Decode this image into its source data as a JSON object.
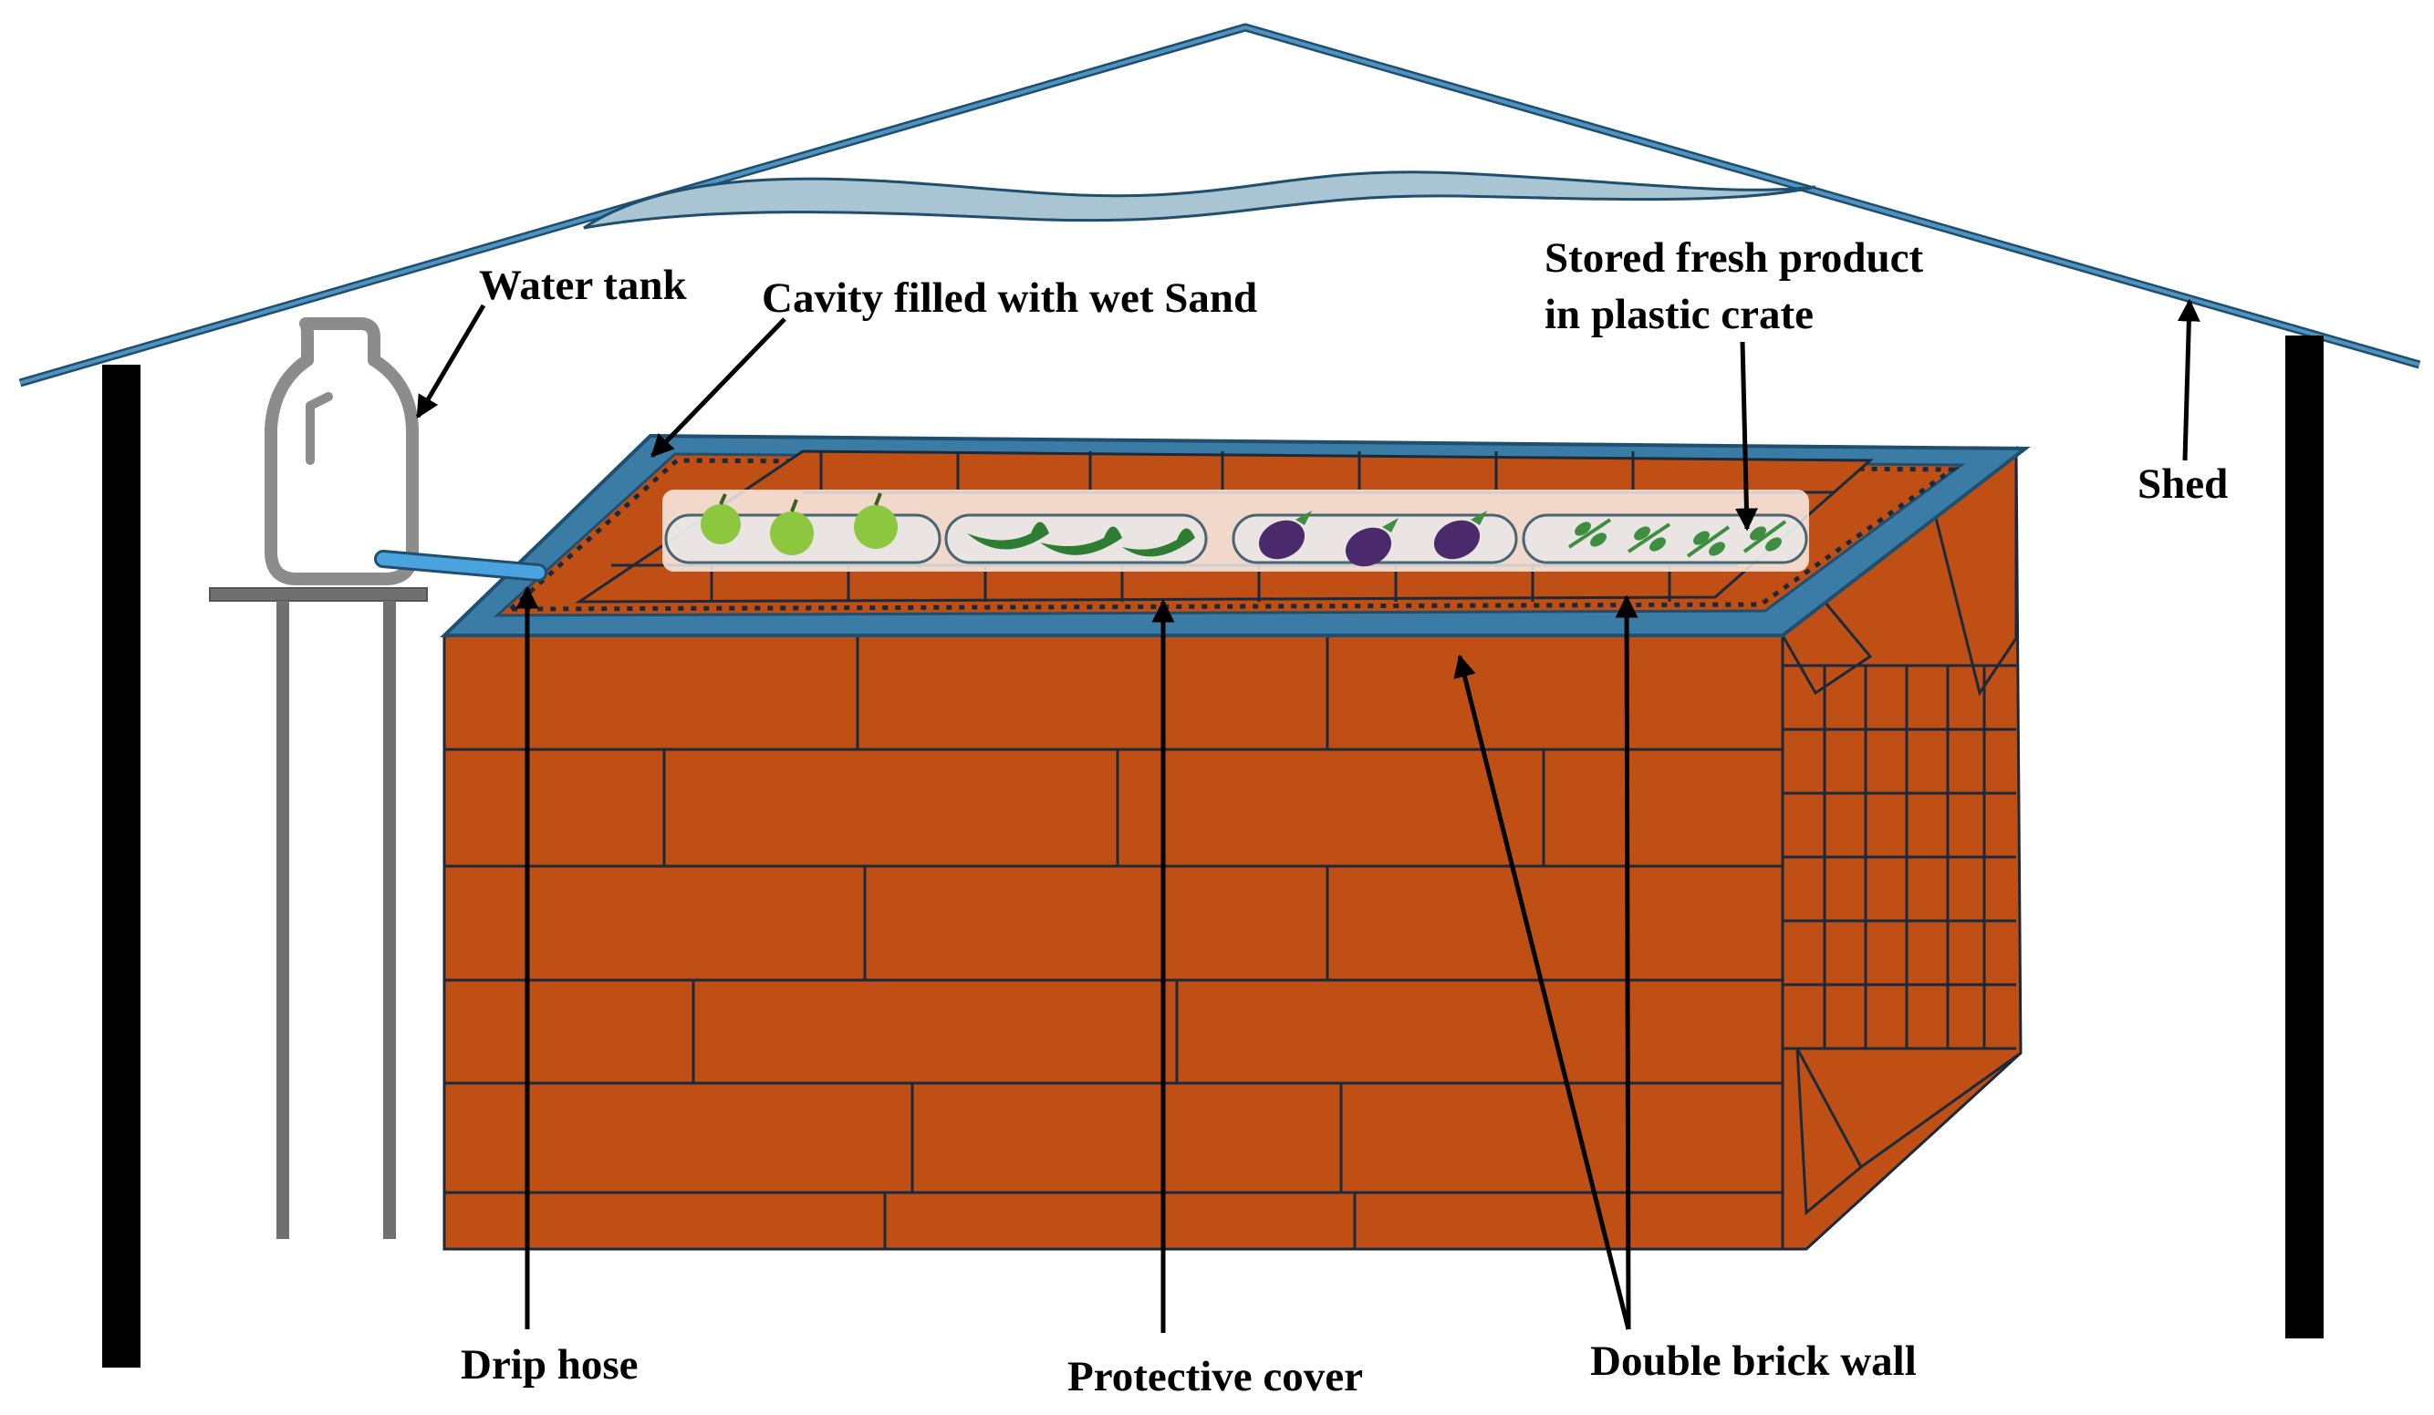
{
  "labels": {
    "water_tank": "Water tank",
    "cavity": "Cavity filled with wet Sand",
    "stored_line1": "Stored fresh product",
    "stored_line2": "in plastic crate",
    "shed": "Shed",
    "drip_hose": "Drip hose",
    "protective_cover": "Protective cover",
    "double_brick_wall": "Double brick wall"
  },
  "crates": [
    {
      "produce": "apple",
      "count": 3
    },
    {
      "produce": "chili",
      "count": 3
    },
    {
      "produce": "eggplant",
      "count": 3
    },
    {
      "produce": "leafy-greens",
      "count": 4
    }
  ],
  "colors": {
    "brick": "#C04F15",
    "brick_outline": "#1A2A3A",
    "frame": "#3A7CA5",
    "roof": "#2E6E96",
    "cover": "#A9C4D3",
    "hose": "#4AA3DF",
    "tank": "#8C8C8C",
    "post": "#000000",
    "apple": "#8DC63F",
    "chili": "#2E7D32",
    "eggplant": "#4B2A6B",
    "leaf": "#3E8E41"
  },
  "icons": [
    "water-tank-icon",
    "apple-icon",
    "chili-icon",
    "eggplant-icon",
    "leaf-icon"
  ]
}
